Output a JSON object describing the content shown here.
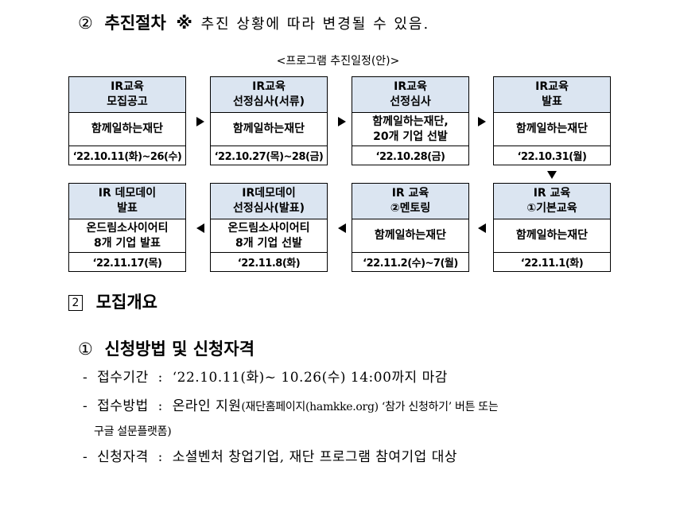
{
  "section1": {
    "number": "②",
    "title": "추진절차",
    "note_mark": "※",
    "note": "추진 상황에 따라 변경될 수 있음."
  },
  "schedule_caption": "<프로그램 추진일정(안)>",
  "steps": [
    {
      "head": [
        "IR교육",
        "모집공고"
      ],
      "body": [
        "함께일하는재단"
      ],
      "date": "‘22.10.11(화)~26(수)"
    },
    {
      "head": [
        "IR교육",
        "선정심사(서류)"
      ],
      "body": [
        "함께일하는재단"
      ],
      "date": "‘22.10.27(목)~28(금)"
    },
    {
      "head": [
        "IR교육",
        "선정심사"
      ],
      "body": [
        "함께일하는재단,",
        "20개 기업 선발"
      ],
      "date": "‘22.10.28(금)"
    },
    {
      "head": [
        "IR교육",
        "발표"
      ],
      "body": [
        "함께일하는재단"
      ],
      "date": "‘22.10.31(월)"
    },
    {
      "head": [
        "IR 교육",
        "①기본교육"
      ],
      "body": [
        "함께일하는재단"
      ],
      "date": "‘22.11.1(화)"
    },
    {
      "head": [
        "IR 교육",
        "②멘토링"
      ],
      "body": [
        "함께일하는재단"
      ],
      "date": "‘22.11.2(수)~7(월)"
    },
    {
      "head": [
        "IR데모데이",
        "선정심사(발표)"
      ],
      "body": [
        "온드림소사이어티",
        "8개 기업 선발"
      ],
      "date": "‘22.11.8(화)"
    },
    {
      "head": [
        "IR 데모데이",
        "발표"
      ],
      "body": [
        "온드림소사이어티",
        "8개 기업 발표"
      ],
      "date": "‘22.11.17(목)"
    }
  ],
  "section2": {
    "number": "2",
    "title": "모집개요"
  },
  "subsection": {
    "number": "①",
    "title": "신청방법 및 신청자격"
  },
  "bullets": [
    {
      "dash": "-",
      "label": "접수기간",
      "sep": ":",
      "text": "‘22.10.11(화)~ 10.26(수) 14:00까지 마감"
    },
    {
      "dash": "-",
      "label": "접수방법",
      "sep": ":",
      "text": "온라인 지원",
      "small": "(재단홈페이지(hamkke.org) ‘참가 신청하기’ 버튼 또는",
      "cont": "구글 설문플랫폼)"
    },
    {
      "dash": "-",
      "label": "신청자격",
      "sep": ":",
      "text": "소셜벤처 창업기업, 재단 프로그램 참여기업 대상"
    }
  ]
}
